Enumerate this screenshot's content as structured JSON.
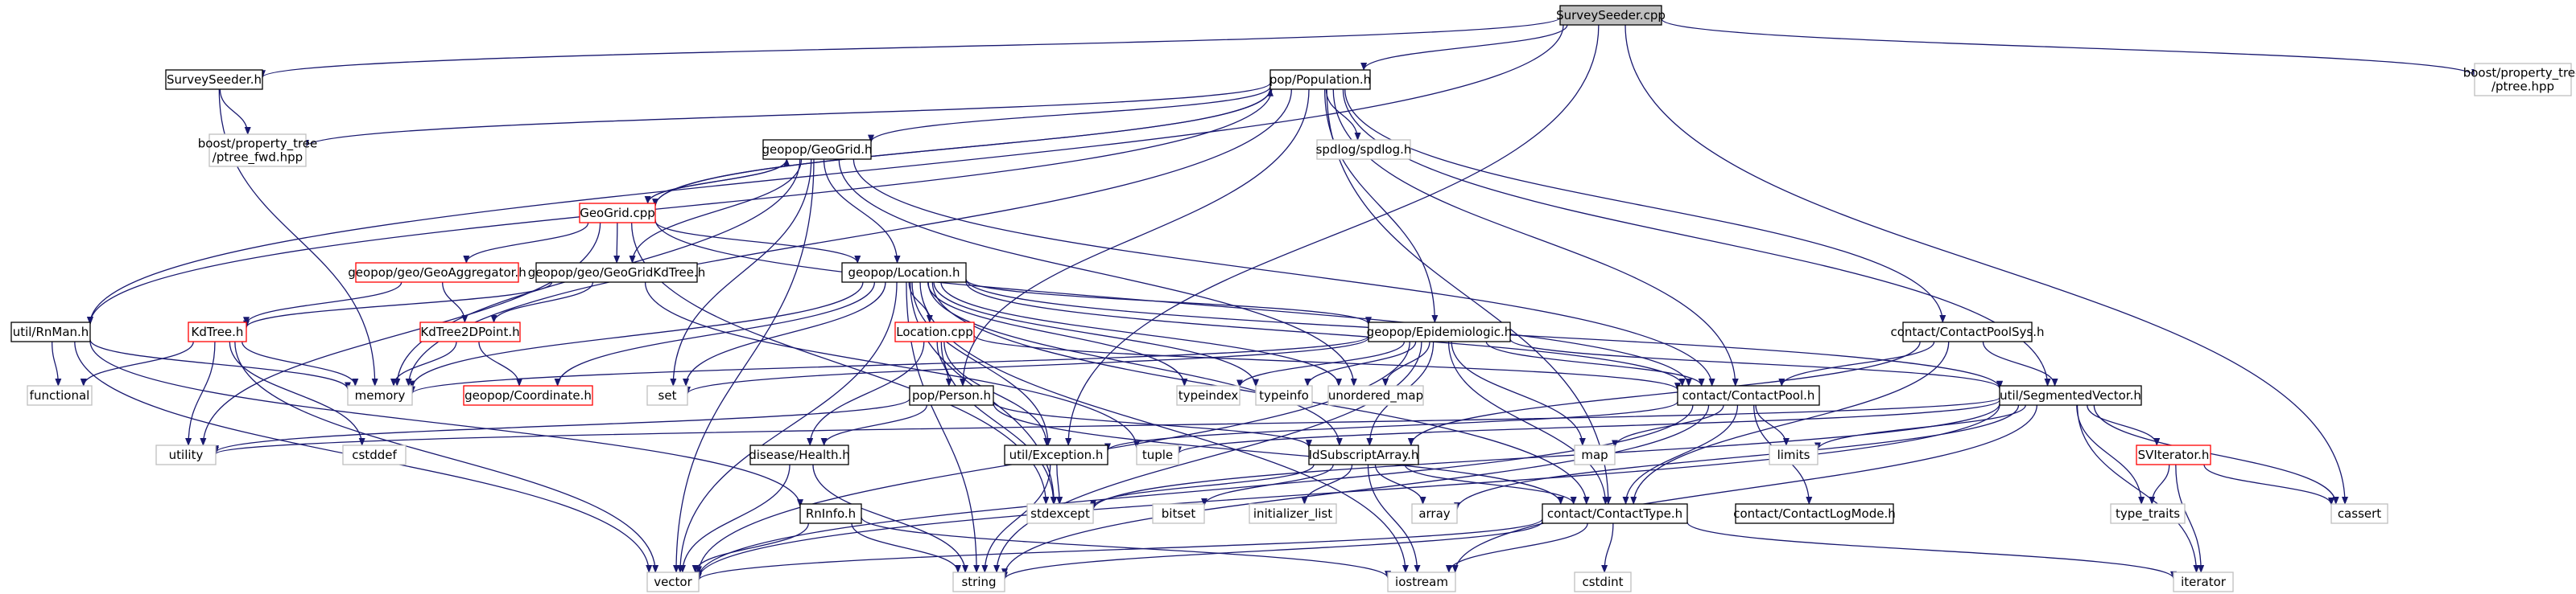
{
  "diagram": {
    "root": "n_root",
    "nodes": [
      {
        "id": "n_root",
        "label": "SurveySeeder.cpp",
        "style": "root"
      },
      {
        "id": "n_surveyseeder_h",
        "label": "SurveySeeder.h",
        "style": "normal"
      },
      {
        "id": "n_population_h",
        "label": "pop/Population.h",
        "style": "normal"
      },
      {
        "id": "n_ptree_hpp",
        "label": [
          "boost/property_tree",
          "/ptree.hpp"
        ],
        "style": "system"
      },
      {
        "id": "n_ptree_fwd",
        "label": [
          "boost/property_tree",
          "/ptree_fwd.hpp"
        ],
        "style": "system"
      },
      {
        "id": "n_spdlog",
        "label": "spdlog/spdlog.h",
        "style": "system"
      },
      {
        "id": "n_geogrid_h",
        "label": "geopop/GeoGrid.h",
        "style": "normal"
      },
      {
        "id": "n_geogrid_cpp",
        "label": "GeoGrid.cpp",
        "style": "red"
      },
      {
        "id": "n_geoaggregator",
        "label": "geopop/geo/GeoAggregator.h",
        "style": "red"
      },
      {
        "id": "n_geogridkdtree",
        "label": "geopop/geo/GeoGridKdTree.h",
        "style": "normal"
      },
      {
        "id": "n_location_h",
        "label": "geopop/Location.h",
        "style": "normal"
      },
      {
        "id": "n_rnman",
        "label": "util/RnMan.h",
        "style": "normal"
      },
      {
        "id": "n_kdtree",
        "label": "KdTree.h",
        "style": "red"
      },
      {
        "id": "n_kdtree2dpoint",
        "label": "KdTree2DPoint.h",
        "style": "red"
      },
      {
        "id": "n_location_cpp",
        "label": "Location.cpp",
        "style": "red"
      },
      {
        "id": "n_epidemiologic",
        "label": "geopop/Epidemiologic.h",
        "style": "normal"
      },
      {
        "id": "n_contactpoolsys",
        "label": "contact/ContactPoolSys.h",
        "style": "normal"
      },
      {
        "id": "n_functional",
        "label": "functional",
        "style": "system"
      },
      {
        "id": "n_memory",
        "label": "memory",
        "style": "system"
      },
      {
        "id": "n_coordinate",
        "label": "geopop/Coordinate.h",
        "style": "red"
      },
      {
        "id": "n_set",
        "label": "set",
        "style": "system"
      },
      {
        "id": "n_person",
        "label": "pop/Person.h",
        "style": "normal"
      },
      {
        "id": "n_typeindex",
        "label": "typeindex",
        "style": "system"
      },
      {
        "id": "n_typeinfo",
        "label": "typeinfo",
        "style": "system"
      },
      {
        "id": "n_unordered_map",
        "label": "unordered_map",
        "style": "system"
      },
      {
        "id": "n_contactpool",
        "label": "contact/ContactPool.h",
        "style": "normal"
      },
      {
        "id": "n_segmentedvector",
        "label": "util/SegmentedVector.h",
        "style": "normal"
      },
      {
        "id": "n_utility",
        "label": "utility",
        "style": "system"
      },
      {
        "id": "n_cstddef",
        "label": "cstddef",
        "style": "system"
      },
      {
        "id": "n_tuple",
        "label": "tuple",
        "style": "system"
      },
      {
        "id": "n_exception",
        "label": "util/Exception.h",
        "style": "normal"
      },
      {
        "id": "n_health",
        "label": "disease/Health.h",
        "style": "normal"
      },
      {
        "id": "n_idsubscriptarray",
        "label": "IdSubscriptArray.h",
        "style": "normal"
      },
      {
        "id": "n_map",
        "label": "map",
        "style": "system"
      },
      {
        "id": "n_limits",
        "label": "limits",
        "style": "system"
      },
      {
        "id": "n_sviterator",
        "label": "SVIterator.h",
        "style": "red"
      },
      {
        "id": "n_cassert",
        "label": "cassert",
        "style": "system"
      },
      {
        "id": "n_stdexcept",
        "label": "stdexcept",
        "style": "system"
      },
      {
        "id": "n_bitset",
        "label": "bitset",
        "style": "system"
      },
      {
        "id": "n_initializer_list",
        "label": "initializer_list",
        "style": "system"
      },
      {
        "id": "n_array",
        "label": "array",
        "style": "system"
      },
      {
        "id": "n_contacttype",
        "label": "contact/ContactType.h",
        "style": "normal"
      },
      {
        "id": "n_contactlogmode",
        "label": "contact/ContactLogMode.h",
        "style": "normal"
      },
      {
        "id": "n_type_traits",
        "label": "type_traits",
        "style": "system"
      },
      {
        "id": "n_rninfo",
        "label": "RnInfo.h",
        "style": "normal"
      },
      {
        "id": "n_vector",
        "label": "vector",
        "style": "system"
      },
      {
        "id": "n_string",
        "label": "string",
        "style": "system"
      },
      {
        "id": "n_iostream",
        "label": "iostream",
        "style": "system"
      },
      {
        "id": "n_cstdint",
        "label": "cstdint",
        "style": "system"
      },
      {
        "id": "n_iterator",
        "label": "iterator",
        "style": "system"
      }
    ],
    "edges": [
      [
        "n_root",
        "n_surveyseeder_h"
      ],
      [
        "n_root",
        "n_population_h"
      ],
      [
        "n_root",
        "n_ptree_hpp"
      ],
      [
        "n_root",
        "n_rnman"
      ],
      [
        "n_root",
        "n_cassert"
      ],
      [
        "n_root",
        "n_exception"
      ],
      [
        "n_surveyseeder_h",
        "n_ptree_fwd"
      ],
      [
        "n_surveyseeder_h",
        "n_memory"
      ],
      [
        "n_population_h",
        "n_ptree_fwd"
      ],
      [
        "n_population_h",
        "n_spdlog"
      ],
      [
        "n_population_h",
        "n_geogrid_h"
      ],
      [
        "n_population_h",
        "n_geogrid_cpp"
      ],
      [
        "n_population_h",
        "n_rnman"
      ],
      [
        "n_population_h",
        "n_memory"
      ],
      [
        "n_population_h",
        "n_person"
      ],
      [
        "n_population_h",
        "n_epidemiologic"
      ],
      [
        "n_population_h",
        "n_contactpool"
      ],
      [
        "n_population_h",
        "n_contactpoolsys"
      ],
      [
        "n_population_h",
        "n_segmentedvector"
      ],
      [
        "n_population_h",
        "n_contacttype"
      ],
      [
        "n_geogrid_cpp",
        "n_population_h"
      ],
      [
        "n_geogrid_cpp",
        "n_geogrid_h"
      ],
      [
        "n_geogrid_cpp",
        "n_geoaggregator"
      ],
      [
        "n_geogrid_cpp",
        "n_geogridkdtree"
      ],
      [
        "n_geogrid_cpp",
        "n_location_h"
      ],
      [
        "n_geogrid_cpp",
        "n_utility"
      ],
      [
        "n_geogrid_cpp",
        "n_stdexcept"
      ],
      [
        "n_geogrid_cpp",
        "n_contactpool"
      ],
      [
        "n_geogrid_h",
        "n_geogrid_cpp"
      ],
      [
        "n_geogrid_h",
        "n_geogridkdtree"
      ],
      [
        "n_geogrid_h",
        "n_location_h"
      ],
      [
        "n_geogrid_h",
        "n_memory"
      ],
      [
        "n_geogrid_h",
        "n_set"
      ],
      [
        "n_geogrid_h",
        "n_vector"
      ],
      [
        "n_geogrid_h",
        "n_unordered_map"
      ],
      [
        "n_geogrid_h",
        "n_contactpool"
      ],
      [
        "n_geoaggregator",
        "n_kdtree"
      ],
      [
        "n_geoaggregator",
        "n_kdtree2dpoint"
      ],
      [
        "n_geogridkdtree",
        "n_kdtree"
      ],
      [
        "n_geogridkdtree",
        "n_kdtree2dpoint"
      ],
      [
        "n_geogridkdtree",
        "n_tuple"
      ],
      [
        "n_kdtree",
        "n_functional"
      ],
      [
        "n_kdtree",
        "n_memory"
      ],
      [
        "n_kdtree",
        "n_utility"
      ],
      [
        "n_kdtree",
        "n_cstddef"
      ],
      [
        "n_kdtree",
        "n_vector"
      ],
      [
        "n_kdtree2dpoint",
        "n_memory"
      ],
      [
        "n_kdtree2dpoint",
        "n_coordinate"
      ],
      [
        "n_rnman",
        "n_functional"
      ],
      [
        "n_rnman",
        "n_memory"
      ],
      [
        "n_rnman",
        "n_vector"
      ],
      [
        "n_rnman",
        "n_rninfo"
      ],
      [
        "n_location_h",
        "n_location_cpp"
      ],
      [
        "n_location_h",
        "n_coordinate"
      ],
      [
        "n_location_h",
        "n_epidemiologic"
      ],
      [
        "n_location_h",
        "n_memory"
      ],
      [
        "n_location_h",
        "n_set"
      ],
      [
        "n_location_h",
        "n_typeindex"
      ],
      [
        "n_location_h",
        "n_typeinfo"
      ],
      [
        "n_location_h",
        "n_unordered_map"
      ],
      [
        "n_location_h",
        "n_contactpool"
      ],
      [
        "n_location_h",
        "n_segmentedvector"
      ],
      [
        "n_location_h",
        "n_idsubscriptarray"
      ],
      [
        "n_location_h",
        "n_contacttype"
      ],
      [
        "n_location_h",
        "n_vector"
      ],
      [
        "n_location_h",
        "n_string"
      ],
      [
        "n_location_h",
        "n_iostream"
      ],
      [
        "n_location_h",
        "n_stdexcept"
      ],
      [
        "n_location_h",
        "n_exception"
      ],
      [
        "n_location_cpp",
        "n_person"
      ],
      [
        "n_location_cpp",
        "n_health"
      ],
      [
        "n_location_cpp",
        "n_exception"
      ],
      [
        "n_location_cpp",
        "n_contactpool"
      ],
      [
        "n_location_cpp",
        "n_stdexcept"
      ],
      [
        "n_epidemiologic",
        "n_memory"
      ],
      [
        "n_epidemiologic",
        "n_set"
      ],
      [
        "n_epidemiologic",
        "n_typeindex"
      ],
      [
        "n_epidemiologic",
        "n_typeinfo"
      ],
      [
        "n_epidemiologic",
        "n_unordered_map"
      ],
      [
        "n_epidemiologic",
        "n_contactpool"
      ],
      [
        "n_epidemiologic",
        "n_segmentedvector"
      ],
      [
        "n_epidemiologic",
        "n_idsubscriptarray"
      ],
      [
        "n_epidemiologic",
        "n_contacttype"
      ],
      [
        "n_epidemiologic",
        "n_map"
      ],
      [
        "n_epidemiologic",
        "n_vector"
      ],
      [
        "n_epidemiologic",
        "n_string"
      ],
      [
        "n_contactpoolsys",
        "n_contactpool"
      ],
      [
        "n_contactpoolsys",
        "n_segmentedvector"
      ],
      [
        "n_contactpoolsys",
        "n_idsubscriptarray"
      ],
      [
        "n_contactpoolsys",
        "n_contacttype"
      ],
      [
        "n_person",
        "n_health"
      ],
      [
        "n_person",
        "n_contacttype"
      ],
      [
        "n_person",
        "n_idsubscriptarray"
      ],
      [
        "n_person",
        "n_utility"
      ],
      [
        "n_contactpool",
        "n_contacttype"
      ],
      [
        "n_contactpool",
        "n_contactlogmode"
      ],
      [
        "n_contactpool",
        "n_limits"
      ],
      [
        "n_contactpool",
        "n_map"
      ],
      [
        "n_contactpool",
        "n_exception"
      ],
      [
        "n_contactpool",
        "n_vector"
      ],
      [
        "n_contactpool",
        "n_string"
      ],
      [
        "n_segmentedvector",
        "n_sviterator"
      ],
      [
        "n_segmentedvector",
        "n_cassert"
      ],
      [
        "n_segmentedvector",
        "n_iterator"
      ],
      [
        "n_segmentedvector",
        "n_limits"
      ],
      [
        "n_segmentedvector",
        "n_type_traits"
      ],
      [
        "n_segmentedvector",
        "n_array"
      ],
      [
        "n_segmentedvector",
        "n_stdexcept"
      ],
      [
        "n_segmentedvector",
        "n_tuple"
      ],
      [
        "n_segmentedvector",
        "n_vector"
      ],
      [
        "n_segmentedvector",
        "n_iostream"
      ],
      [
        "n_segmentedvector",
        "n_utility"
      ],
      [
        "n_sviterator",
        "n_cassert"
      ],
      [
        "n_sviterator",
        "n_iterator"
      ],
      [
        "n_sviterator",
        "n_type_traits"
      ],
      [
        "n_exception",
        "n_stdexcept"
      ],
      [
        "n_exception",
        "n_string"
      ],
      [
        "n_health",
        "n_vector"
      ],
      [
        "n_health",
        "n_string"
      ],
      [
        "n_idsubscriptarray",
        "n_contacttype"
      ],
      [
        "n_idsubscriptarray",
        "n_array"
      ],
      [
        "n_idsubscriptarray",
        "n_bitset"
      ],
      [
        "n_idsubscriptarray",
        "n_initializer_list"
      ],
      [
        "n_idsubscriptarray",
        "n_stdexcept"
      ],
      [
        "n_idsubscriptarray",
        "n_iostream"
      ],
      [
        "n_contacttype",
        "n_cstdint"
      ],
      [
        "n_contacttype",
        "n_iostream"
      ],
      [
        "n_contacttype",
        "n_iterator"
      ],
      [
        "n_contacttype",
        "n_string"
      ],
      [
        "n_contacttype",
        "n_vector"
      ],
      [
        "n_rninfo",
        "n_string"
      ],
      [
        "n_rninfo",
        "n_iostream"
      ],
      [
        "n_rninfo",
        "n_vector"
      ]
    ]
  }
}
